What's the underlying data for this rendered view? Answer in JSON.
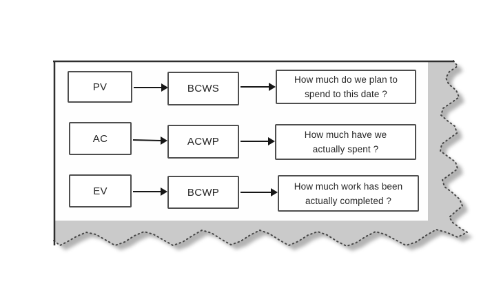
{
  "colors": {
    "page_bg": "#ffffff",
    "paper_gray": "#cacaca",
    "shadow_gray": "#a6a6a6",
    "canvas_white": "#fefefe",
    "frame_border": "#2e2e2e",
    "box_border": "#4e4e4e",
    "text_color": "#262626",
    "arrow_color": "#161616",
    "speckle_color": "#454545"
  },
  "diagram": {
    "rows": [
      {
        "source": "PV",
        "metric": "BCWS",
        "question": "How much do we plan to\nspend to this date ?"
      },
      {
        "source": "AC",
        "metric": "ACWP",
        "question": "How much have we\nactually spent ?"
      },
      {
        "source": "EV",
        "metric": "BCWP",
        "question": "How much work has been\nactually completed ?"
      }
    ]
  }
}
